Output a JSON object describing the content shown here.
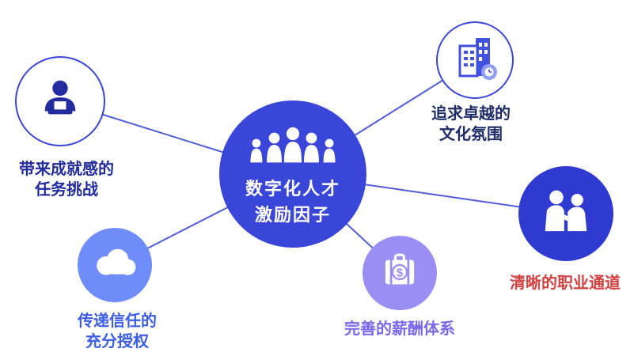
{
  "background_color": "#ffffff",
  "connector_color": "#3f4bd4",
  "center": {
    "title_line1": "数字化人才",
    "title_line2": "激励因子",
    "circle_color": "#3a46d8",
    "text_color": "#ffffff",
    "icon": "people-group-icon"
  },
  "nodes": [
    {
      "id": "task-challenge",
      "icon": "person-laptop-icon",
      "circle_style": "outline",
      "circle_color": "#3a46d8",
      "icon_color": "#232c9e",
      "label_line1": "带来成就感的",
      "label_line2": "任务挑战",
      "label_color": "#232c9e"
    },
    {
      "id": "culture",
      "icon": "building-clock-icon",
      "circle_style": "outline",
      "circle_color": "#3a46d8",
      "icon_color": "#4152e0",
      "label_line1": "追求卓越的",
      "label_line2": "文化氛围",
      "label_color": "#1f2d66"
    },
    {
      "id": "career-path",
      "icon": "handshake-people-icon",
      "circle_style": "filled",
      "circle_color": "#2f3bd0",
      "icon_color": "#ffffff",
      "label_line1": "清晰的职业通道",
      "label_color": "#d24040"
    },
    {
      "id": "compensation",
      "icon": "briefcase-dollar-icon",
      "circle_style": "filled",
      "circle_color": "#9b8ef3",
      "icon_color": "#ffffff",
      "dollar_symbol": "$",
      "label_line1": "完善的薪酬体系",
      "label_color": "#7b68e8"
    },
    {
      "id": "empowerment",
      "icon": "cloud-icon",
      "circle_style": "filled",
      "circle_color": "#6f8df8",
      "icon_color": "#ffffff",
      "label_line1": "传递信任的",
      "label_line2": "充分授权",
      "label_color": "#3c5de8"
    }
  ]
}
